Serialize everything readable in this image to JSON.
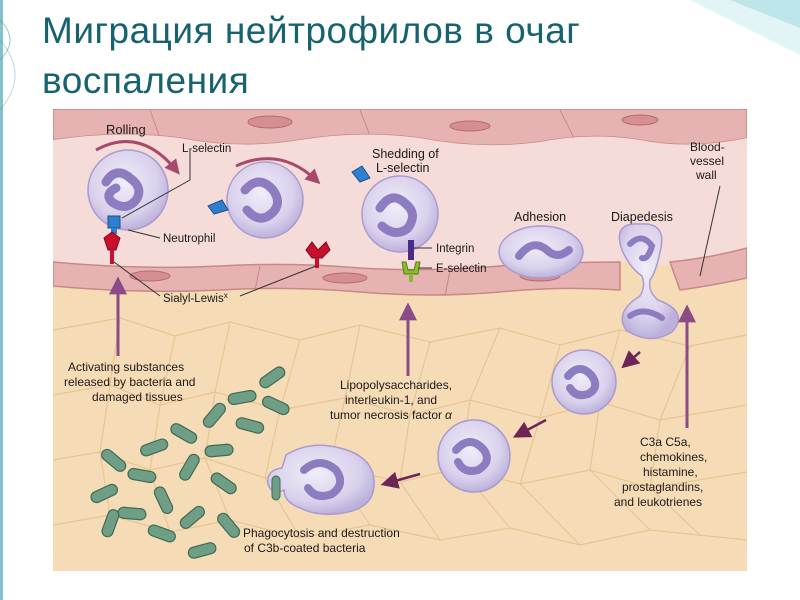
{
  "slide": {
    "title": "Миграция нейтрофилов в очаг воспаления",
    "title_color": "#16636f"
  },
  "diagram": {
    "labels": {
      "rolling": "Rolling",
      "l_selectin": "L-selectin",
      "shedding_1": "Shedding of",
      "shedding_2": "L-selectin",
      "adhesion": "Adhesion",
      "diapedesis": "Diapedesis",
      "vessel_wall_1": "Blood-",
      "vessel_wall_2": "vessel",
      "vessel_wall_3": "wall",
      "neutrophil": "Neutrophil",
      "integrin": "Integrin",
      "e_selectin": "E-selectin",
      "sialyl_lewis": "Sialyl-Lewis",
      "sialyl_lewis_sup": "x",
      "activating_1": "Activating substances",
      "activating_2": "released by bacteria and",
      "activating_3": "damaged tissues",
      "lps_1": "Lipopolysaccharides,",
      "lps_2": "interleukin-1, and",
      "lps_3": "tumor necrosis factor",
      "lps_alpha": "α",
      "c3a_1": "C3a  C5a,",
      "c3a_2": "chemokines,",
      "c3a_3": "histamine,",
      "c3a_4": "prostaglandins,",
      "c3a_5": "and leukotrienes",
      "phago_1": "Phagocytosis and destruction",
      "phago_2": "of C3b-coated bacteria"
    },
    "colors": {
      "vessel_lumen": "#f6dcd8",
      "vessel_wall": "#e7b3b2",
      "tissue": "#f6dcb6",
      "cell_body": "#ddd6ee",
      "nucleus": "#9b8cc7",
      "bacteria": "#6f9e86",
      "selectin_red": "#c8102e",
      "l_selectin_blue": "#2f7fcf",
      "integrin_purple": "#4d2a86",
      "e_selectin_green": "#8dbb2e",
      "arrow_purple": "#8a4b87",
      "curve_arrow": "#a8486c"
    }
  }
}
